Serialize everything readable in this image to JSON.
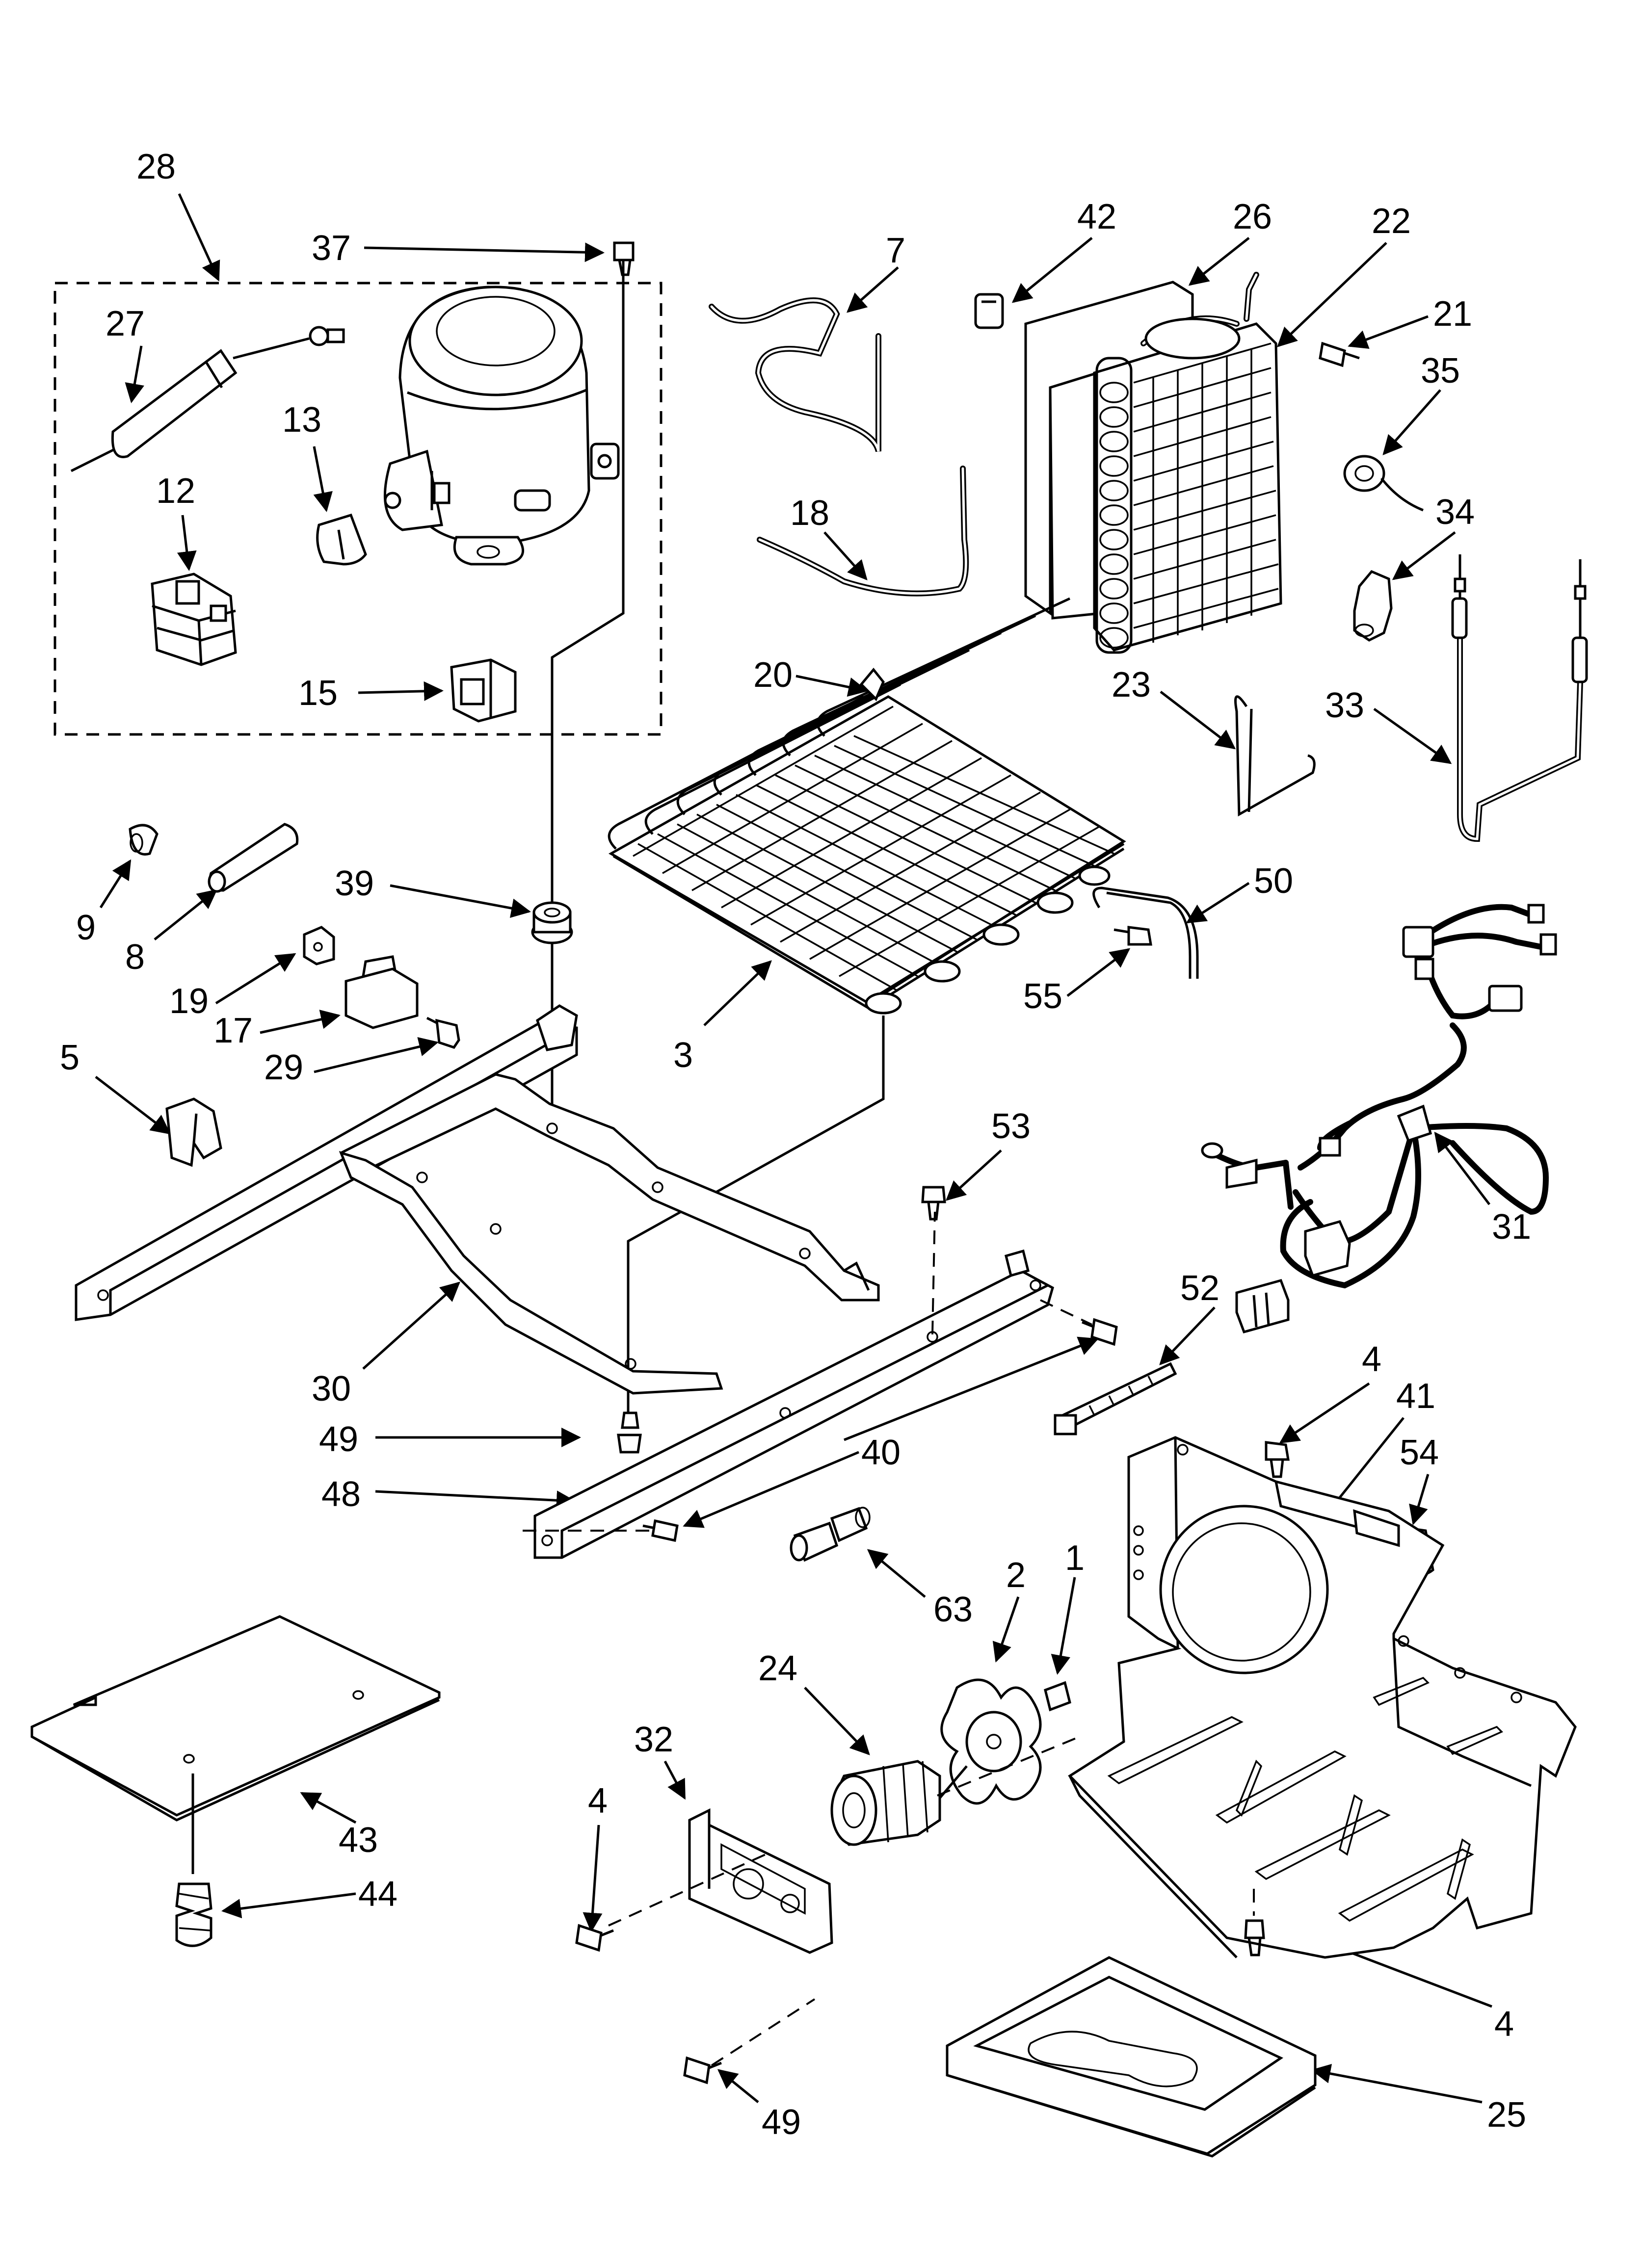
{
  "callouts": [
    {
      "id": "28",
      "label": "28"
    },
    {
      "id": "37",
      "label": "37"
    },
    {
      "id": "27",
      "label": "27"
    },
    {
      "id": "13",
      "label": "13"
    },
    {
      "id": "12",
      "label": "12"
    },
    {
      "id": "15",
      "label": "15"
    },
    {
      "id": "7",
      "label": "7"
    },
    {
      "id": "18",
      "label": "18"
    },
    {
      "id": "42",
      "label": "42"
    },
    {
      "id": "26",
      "label": "26"
    },
    {
      "id": "22",
      "label": "22"
    },
    {
      "id": "21",
      "label": "21"
    },
    {
      "id": "35",
      "label": "35"
    },
    {
      "id": "34",
      "label": "34"
    },
    {
      "id": "20",
      "label": "20"
    },
    {
      "id": "23",
      "label": "23"
    },
    {
      "id": "33",
      "label": "33"
    },
    {
      "id": "9",
      "label": "9"
    },
    {
      "id": "8",
      "label": "8"
    },
    {
      "id": "39",
      "label": "39"
    },
    {
      "id": "19",
      "label": "19"
    },
    {
      "id": "17",
      "label": "17"
    },
    {
      "id": "29",
      "label": "29"
    },
    {
      "id": "5",
      "label": "5"
    },
    {
      "id": "3",
      "label": "3"
    },
    {
      "id": "50",
      "label": "50"
    },
    {
      "id": "55",
      "label": "55"
    },
    {
      "id": "31",
      "label": "31"
    },
    {
      "id": "53",
      "label": "53"
    },
    {
      "id": "30",
      "label": "30"
    },
    {
      "id": "52",
      "label": "52"
    },
    {
      "id": "49a",
      "label": "49"
    },
    {
      "id": "48",
      "label": "48"
    },
    {
      "id": "40",
      "label": "40"
    },
    {
      "id": "4a",
      "label": "4"
    },
    {
      "id": "41",
      "label": "41"
    },
    {
      "id": "54",
      "label": "54"
    },
    {
      "id": "63",
      "label": "63"
    },
    {
      "id": "2",
      "label": "2"
    },
    {
      "id": "1",
      "label": "1"
    },
    {
      "id": "24",
      "label": "24"
    },
    {
      "id": "32",
      "label": "32"
    },
    {
      "id": "43",
      "label": "43"
    },
    {
      "id": "44",
      "label": "44"
    },
    {
      "id": "4b",
      "label": "4"
    },
    {
      "id": "4c",
      "label": "4"
    },
    {
      "id": "49b",
      "label": "49"
    },
    {
      "id": "25",
      "label": "25"
    }
  ]
}
